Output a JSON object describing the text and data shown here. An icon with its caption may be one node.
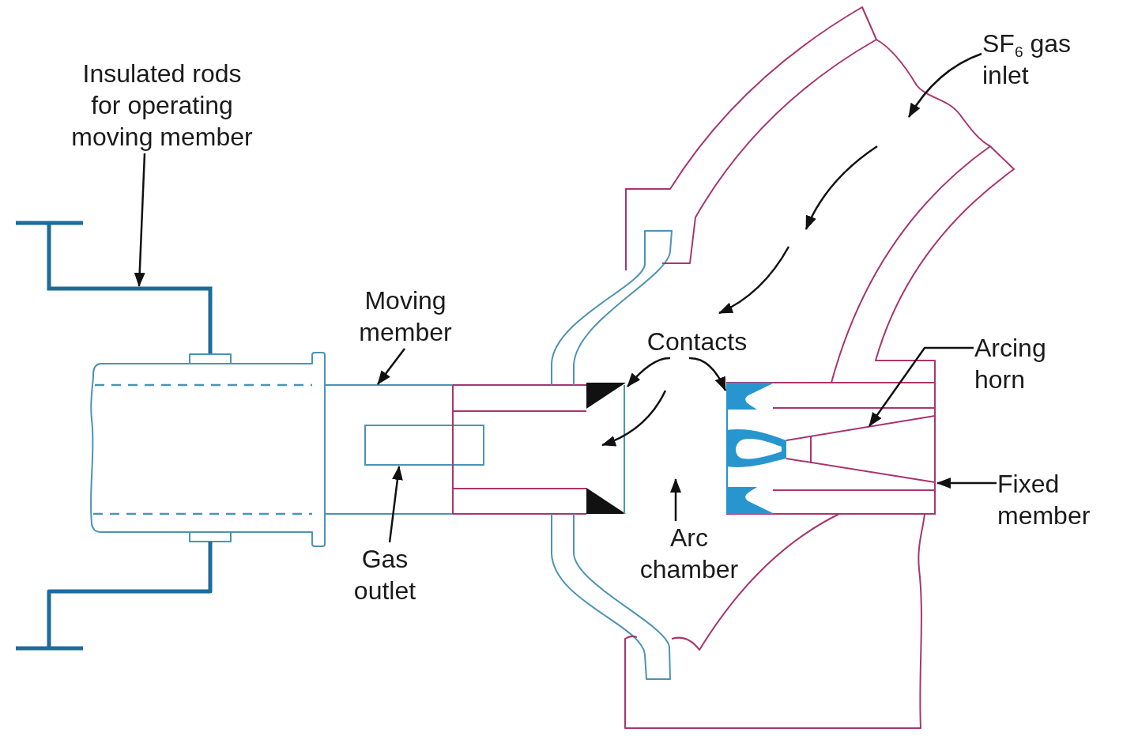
{
  "diagram": {
    "nodes": [
      {
        "text": [
          "Insulated rods for operating moving member"
        ]
      },
      {
        "text": [],
        "shape": "bar"
      },
      {
        "text": [
          "Moving member"
        ]
      },
      {
        "text": [],
        "shape": "box"
      },
      {
        "text": [
          "Gas outlet"
        ]
      },
      {
        "text": [],
        "shape": "box"
      },
      {
        "text": [
          "SF$_{6}$ gas inlet"
        ]
      },
      {
        "text": [
          "Contacts"
        ]
      },
      {
        "text": [],
        "shape": "triangle"
      },
      {
        "text": [],
        "shape": "box"
      },
      {
        "text": [],
        "shape": "picture",
        "in": 9
      },
      {
        "text": [
          "Arcing horn"
        ]
      },
      {
        "text": [],
        "shape": "triangle",
        "in": 9
      },
      {
        "text": [
          "Fixed member"
        ]
      },
      {
        "text": [
          "Arc chamber"
        ]
      }
    ],
    "edges": [
      {
        "from": 0,
        "to": 1,
        "arrow": "to"
      },
      {
        "from": 2,
        "to": 3,
        "arrow": "to"
      },
      {
        "from": 4,
        "to": 5,
        "arrow": "to"
      },
      {
        "from": 6,
        "to": null,
        "arrow": "to"
      },
      {
        "from": 7,
        "to": 8,
        "arrow": "to"
      },
      {
        "from": 7,
        "to": 10,
        "arrow": "to"
      },
      {
        "from": 11,
        "to": 12,
        "arrow": "to"
      },
      {
        "from": 13,
        "to": 9,
        "arrow": "to"
      },
      {
        "from": 14,
        "to": null,
        "arrow": "to"
      }
    ]
  }
}
